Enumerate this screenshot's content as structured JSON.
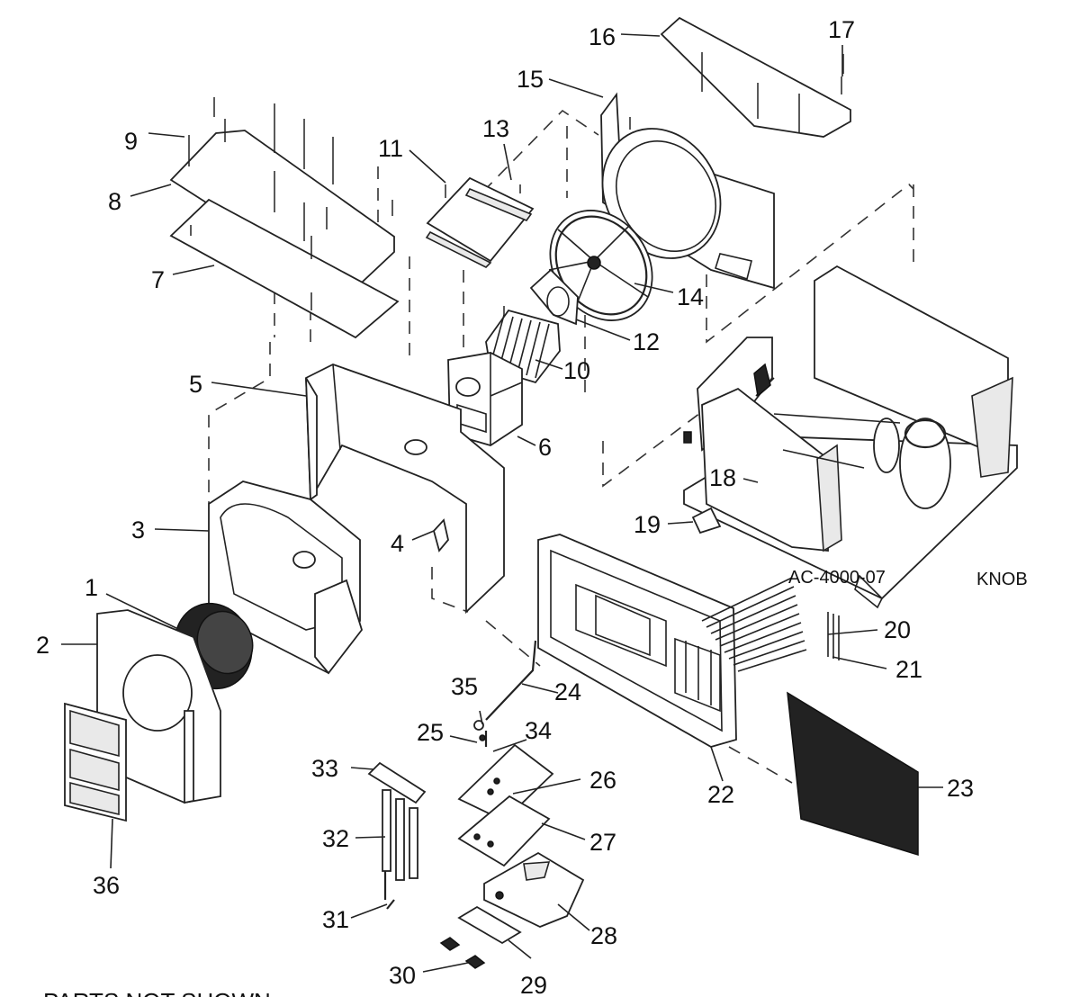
{
  "diagram": {
    "model": "AC-4000-07",
    "knob_label": "KNOB",
    "footer": "PARTS NOT SHOWN",
    "callouts": [
      {
        "id": "1",
        "text": "1"
      },
      {
        "id": "2",
        "text": "2"
      },
      {
        "id": "3",
        "text": "3"
      },
      {
        "id": "4",
        "text": "4"
      },
      {
        "id": "5",
        "text": "5"
      },
      {
        "id": "6",
        "text": "6"
      },
      {
        "id": "7",
        "text": "7"
      },
      {
        "id": "8",
        "text": "8"
      },
      {
        "id": "9",
        "text": "9"
      },
      {
        "id": "10",
        "text": "10"
      },
      {
        "id": "11",
        "text": "11"
      },
      {
        "id": "12",
        "text": "12"
      },
      {
        "id": "13",
        "text": "13"
      },
      {
        "id": "14",
        "text": "14"
      },
      {
        "id": "15",
        "text": "15"
      },
      {
        "id": "16",
        "text": "16"
      },
      {
        "id": "17",
        "text": "17"
      },
      {
        "id": "18",
        "text": "18"
      },
      {
        "id": "19",
        "text": "19"
      },
      {
        "id": "20",
        "text": "20"
      },
      {
        "id": "21",
        "text": "21"
      },
      {
        "id": "22",
        "text": "22"
      },
      {
        "id": "23",
        "text": "23"
      },
      {
        "id": "24",
        "text": "24"
      },
      {
        "id": "25",
        "text": "25"
      },
      {
        "id": "26",
        "text": "26"
      },
      {
        "id": "27",
        "text": "27"
      },
      {
        "id": "28",
        "text": "28"
      },
      {
        "id": "29",
        "text": "29"
      },
      {
        "id": "30",
        "text": "30"
      },
      {
        "id": "31",
        "text": "31"
      },
      {
        "id": "32",
        "text": "32"
      },
      {
        "id": "33",
        "text": "33"
      },
      {
        "id": "34",
        "text": "34"
      },
      {
        "id": "35",
        "text": "35"
      },
      {
        "id": "36",
        "text": "36"
      }
    ]
  }
}
